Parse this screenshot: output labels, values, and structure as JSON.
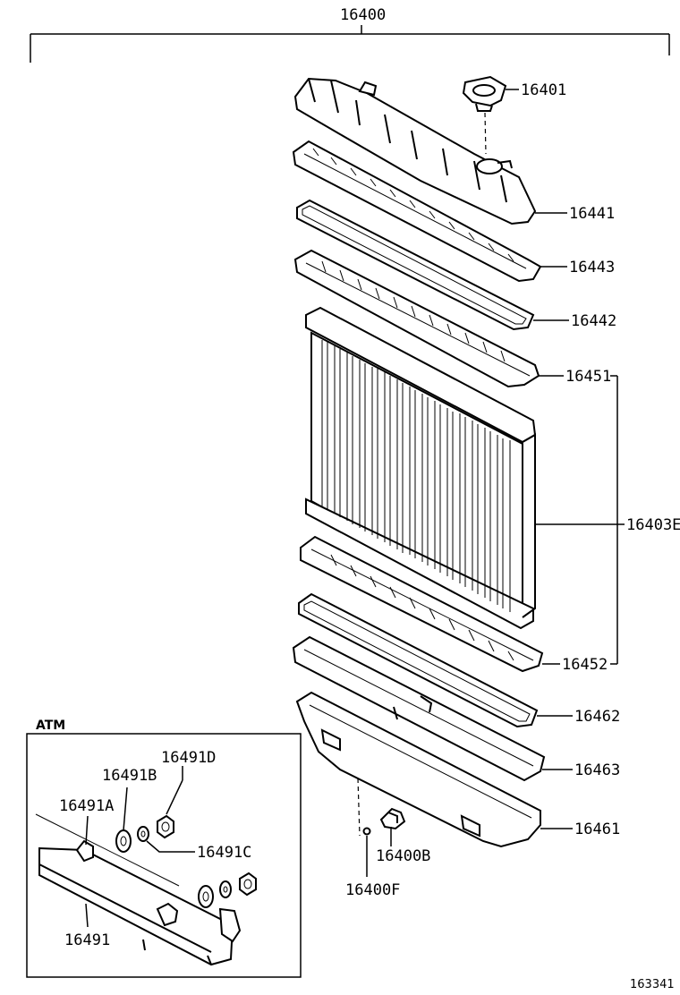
{
  "labels": {
    "assembly": "16400",
    "p16401": "16401",
    "p16441": "16441",
    "p16443": "16443",
    "p16442": "16442",
    "p16451": "16451",
    "p16403": "16403E",
    "p16452": "16452",
    "p16462": "16462",
    "p16463": "16463",
    "p16461": "16461",
    "p16400b": "16400B",
    "p16400f": "16400F",
    "atm": "ATM",
    "p16491d": "16491D",
    "p16491b": "16491B",
    "p16491a": "16491A",
    "p16491c": "16491C",
    "p16491": "16491",
    "figure_code": "163341"
  }
}
